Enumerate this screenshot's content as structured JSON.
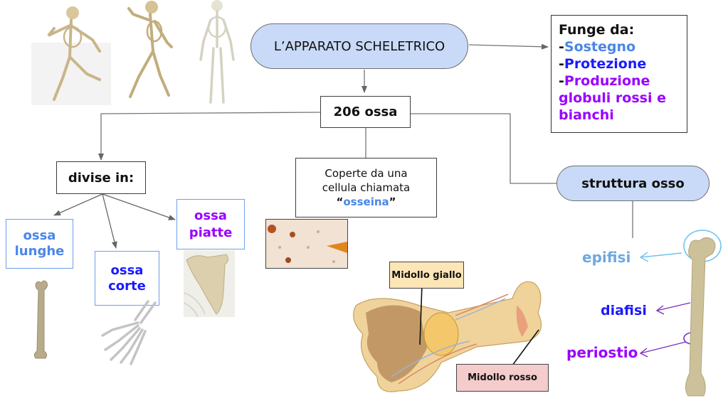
{
  "title": "L’APPARATO SCHELETRICO",
  "bones_count": "206 ossa",
  "functions": {
    "heading": "Funge da:",
    "items": [
      {
        "prefix": "-",
        "text": "Sostegno",
        "color": "#4a86e8"
      },
      {
        "prefix": "-",
        "text": "Protezione",
        "color": "#1a1aff"
      },
      {
        "prefix": "-",
        "text": "Produzione",
        "color": "#9900ff"
      }
    ],
    "continuation": [
      "globuli rossi e",
      "bianchi"
    ],
    "continuation_color": "#9900ff"
  },
  "divisions": {
    "heading": "divise in:",
    "types": [
      {
        "line1": "ossa",
        "line2": "lunghe",
        "color": "#4a86e8"
      },
      {
        "line1": "ossa",
        "line2": "corte",
        "color": "#1a1aff"
      },
      {
        "line1": "ossa",
        "line2": "piatte",
        "color": "#9900ff"
      }
    ]
  },
  "cell_note": {
    "line1": "Coperte da una",
    "line2": "cellula chiamata",
    "open_quote": "“",
    "term": "osseina",
    "close_quote": "”",
    "term_color": "#4a86e8"
  },
  "structure": {
    "heading": "struttura osso",
    "parts": [
      {
        "name": "epifisi",
        "color": "#6fa8dc"
      },
      {
        "name": "diafisi",
        "color": "#1a1aff"
      },
      {
        "name": "periostio",
        "color": "#9900ff"
      }
    ]
  },
  "marrow": {
    "yellow": {
      "label": "Midollo giallo",
      "bg": "#fce5b6"
    },
    "red": {
      "label": "Midollo rosso",
      "bg": "#f4cccc"
    }
  },
  "colors": {
    "pill_fill": "#c9daf8",
    "line": "#707070"
  }
}
